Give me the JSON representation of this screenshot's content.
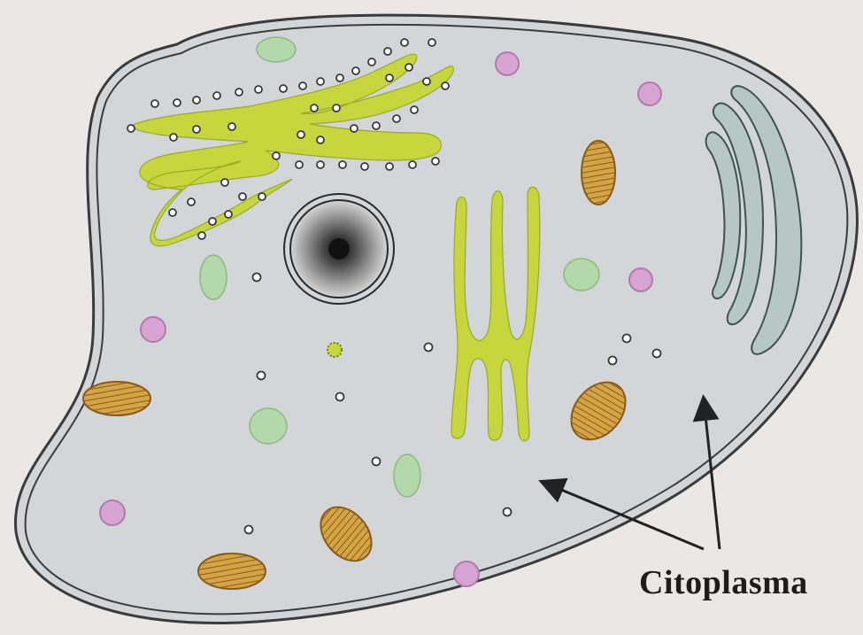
{
  "labels": {
    "citoplasma": "Citoplasma"
  },
  "colors": {
    "background": "#ebe7e4",
    "cytoplasm": "#d3d6d8",
    "membrane": "#3b3b3b",
    "endoplasmic_reticulum": "#c6d63c",
    "ribosome_outline": "#3a3a3a",
    "golgi": "#b7c7c6",
    "mitochondrion": "#c79a3c",
    "vacuole_green": "#b3d9aa",
    "lysosome": "#d7a4d4",
    "nucleus": "#4a4a4a",
    "arrow": "#222222"
  },
  "structures": [
    "cell-membrane",
    "rough-endoplasmic-reticulum",
    "smooth-endoplasmic-reticulum",
    "golgi-apparatus",
    "nucleus",
    "centrosome",
    "mitochondria",
    "vacuoles",
    "lysosomes",
    "free-ribosomes"
  ]
}
